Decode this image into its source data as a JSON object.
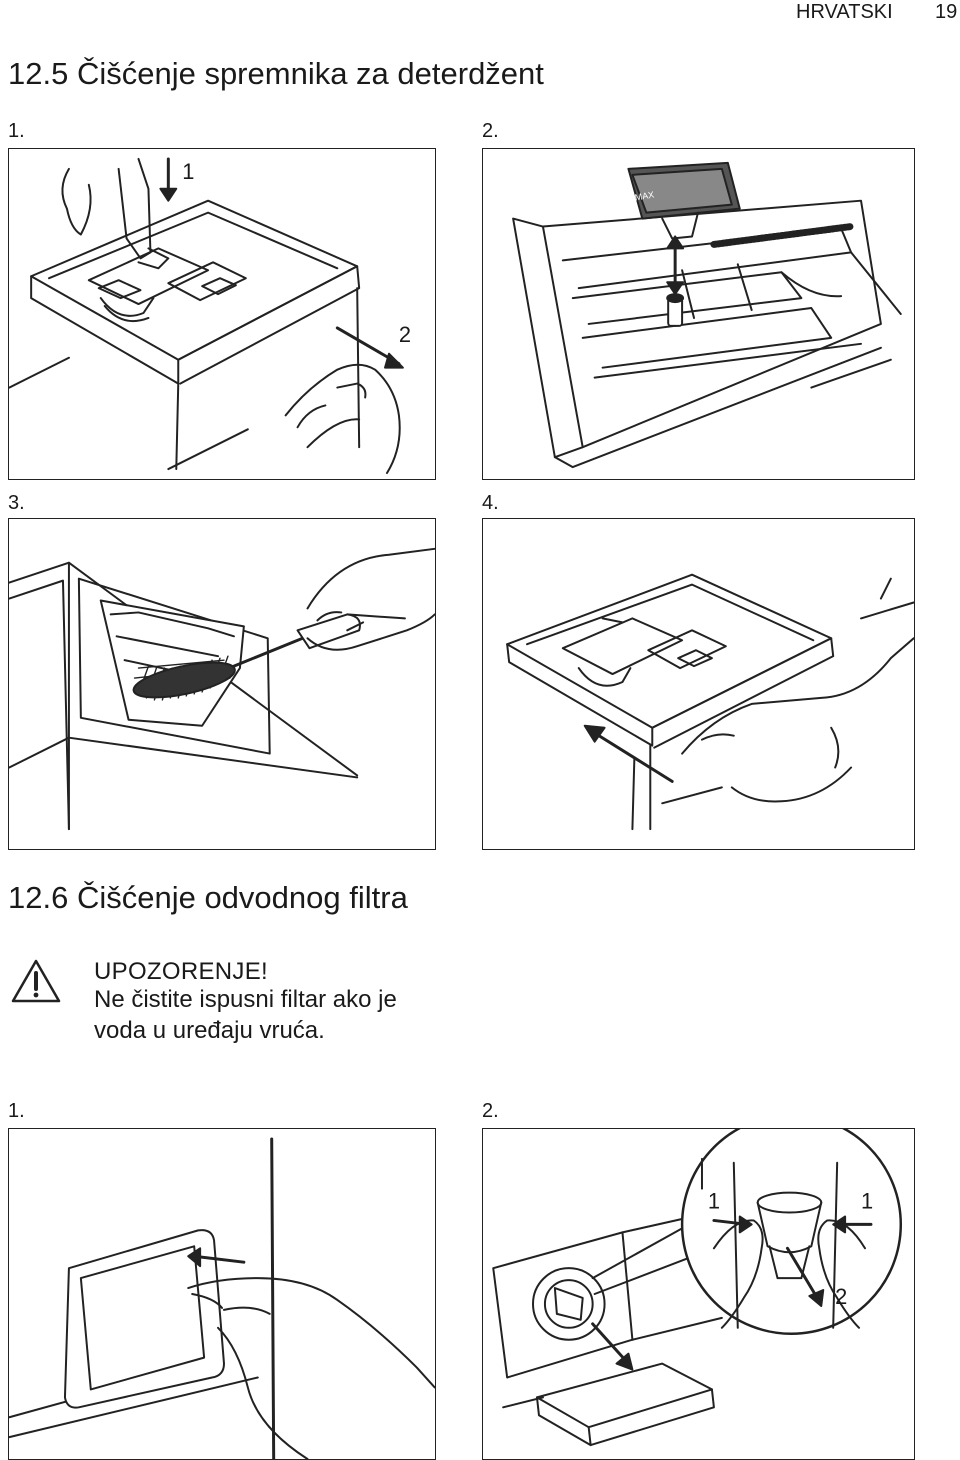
{
  "header": {
    "language": "HRVATSKI",
    "page_number": "19"
  },
  "section_12_5": {
    "title": "12.5 Čišćenje spremnika za deterdžent",
    "steps": [
      "1.",
      "2.",
      "3.",
      "4."
    ],
    "fig1_labels": [
      "1",
      "2"
    ],
    "fig2_label": "MAX"
  },
  "section_12_6": {
    "title": "12.6 Čišćenje odvodnog filtra",
    "warning_title": "UPOZORENJE!",
    "warning_line1": "Ne čistite ispusni filtar ako je",
    "warning_line2": "voda u uređaju vruća.",
    "steps": [
      "1.",
      "2."
    ],
    "fig2_labels": [
      "1",
      "1",
      "2"
    ]
  },
  "icons": {
    "warning": "warning-triangle-icon"
  }
}
